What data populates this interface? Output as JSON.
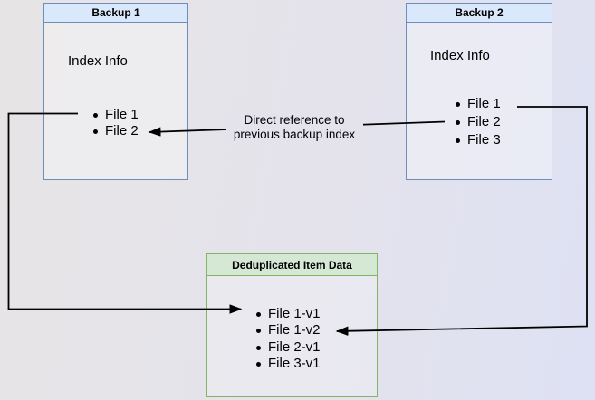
{
  "diagram": {
    "backup1": {
      "title": "Backup 1",
      "subtitle": "Index Info",
      "items": [
        "File 1",
        "File 2"
      ]
    },
    "backup2": {
      "title": "Backup 2",
      "subtitle": "Index Info",
      "items": [
        "File 1",
        "File 2",
        "File 3"
      ]
    },
    "dedup": {
      "title": "Deduplicated Item Data",
      "items": [
        "File 1-v1",
        "File 1-v2",
        "File 2-v1",
        "File 3-v1"
      ]
    },
    "annotation": {
      "line1": "Direct reference to",
      "line2": "previous backup index"
    }
  },
  "colors": {
    "blue_node_border": "#6c8ebf",
    "blue_node_header_fill": "#dae8fc",
    "green_node_border": "#82b366",
    "green_node_header_fill": "#d5e8d4",
    "arrow": "#000000",
    "background_left": "#e7e4e5",
    "background_right": "#dee1f4",
    "text": "#000000"
  }
}
